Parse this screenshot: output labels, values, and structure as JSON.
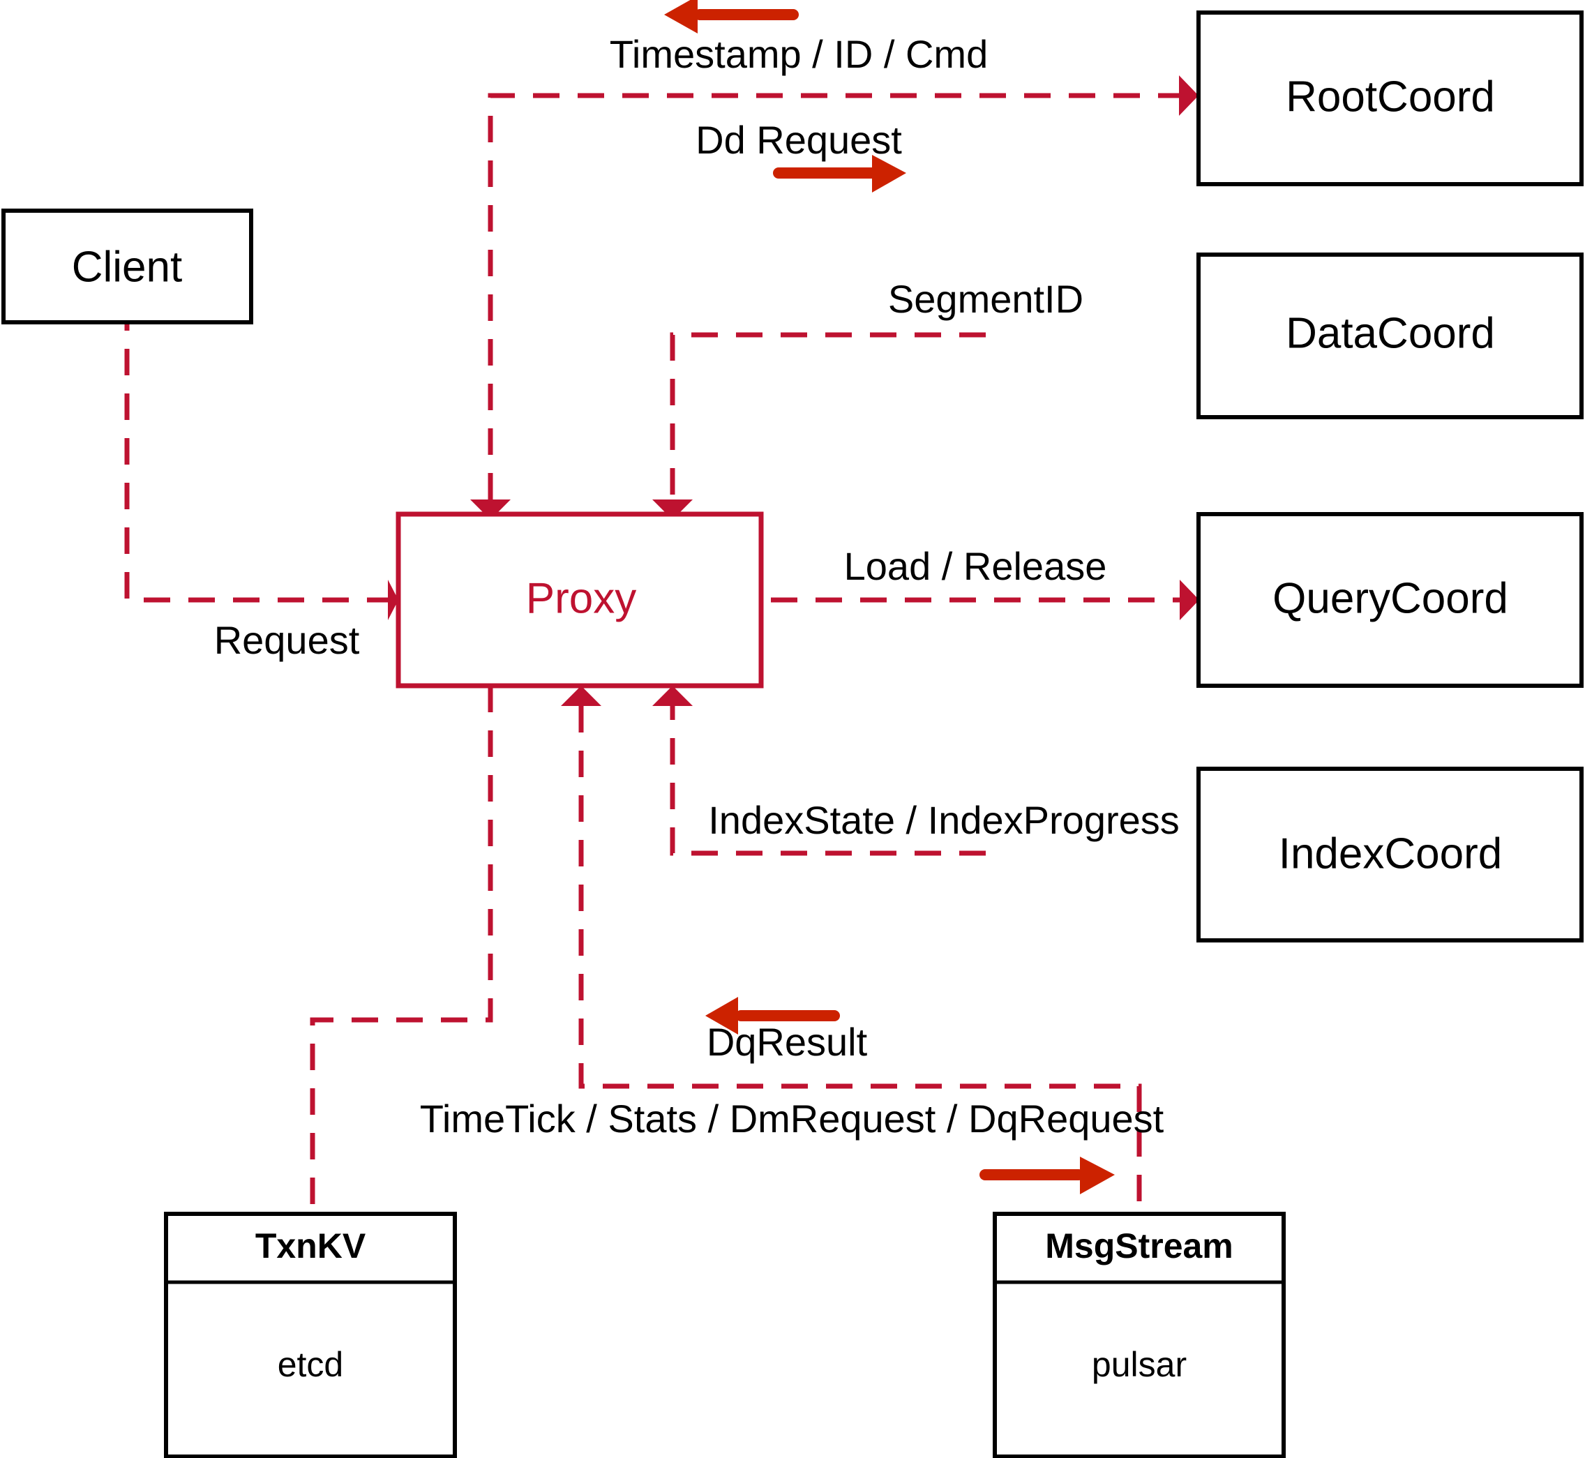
{
  "diagram": {
    "title": "Milvus Proxy interaction diagram",
    "colors": {
      "dashed_flow": "#BE1230",
      "legend_arrow": "#CC2200",
      "node_border": "#000000",
      "proxy_border": "#BE1230",
      "proxy_text": "#BE1230",
      "background": "#ffffff"
    },
    "nodes": {
      "client": {
        "label": "Client"
      },
      "proxy": {
        "label": "Proxy"
      },
      "root_coord": {
        "label": "RootCoord"
      },
      "data_coord": {
        "label": "DataCoord"
      },
      "query_coord": {
        "label": "QueryCoord"
      },
      "index_coord": {
        "label": "IndexCoord"
      },
      "txn_kv": {
        "label": "TxnKV",
        "impl": "etcd"
      },
      "msg_stream": {
        "label": "MsgStream",
        "impl": "pulsar"
      }
    },
    "edges": [
      {
        "id": "client-to-proxy",
        "label": "Request",
        "from": "Client",
        "to": "Proxy",
        "direction": "right"
      },
      {
        "id": "rootcoord-response",
        "label": "Timestamp / ID / Cmd",
        "from": "RootCoord",
        "to": "Proxy",
        "direction": "left"
      },
      {
        "id": "proxy-to-rootcoord",
        "label": "Dd Request",
        "from": "Proxy",
        "to": "RootCoord",
        "direction": "right"
      },
      {
        "id": "datacoord-to-proxy",
        "label": "SegmentID",
        "from": "DataCoord",
        "to": "Proxy",
        "direction": "left"
      },
      {
        "id": "proxy-to-querycoord",
        "label": "Load / Release",
        "from": "Proxy",
        "to": "QueryCoord",
        "direction": "right"
      },
      {
        "id": "indexcoord-to-proxy",
        "label": "IndexState / IndexProgress",
        "from": "IndexCoord",
        "to": "Proxy",
        "direction": "left"
      },
      {
        "id": "msgstream-to-proxy",
        "label": "DqResult",
        "from": "MsgStream",
        "to": "Proxy",
        "direction": "left"
      },
      {
        "id": "proxy-to-msgstream",
        "label": "TimeTick / Stats / DmRequest / DqRequest",
        "from": "Proxy",
        "to": "MsgStream",
        "direction": "right"
      }
    ]
  }
}
